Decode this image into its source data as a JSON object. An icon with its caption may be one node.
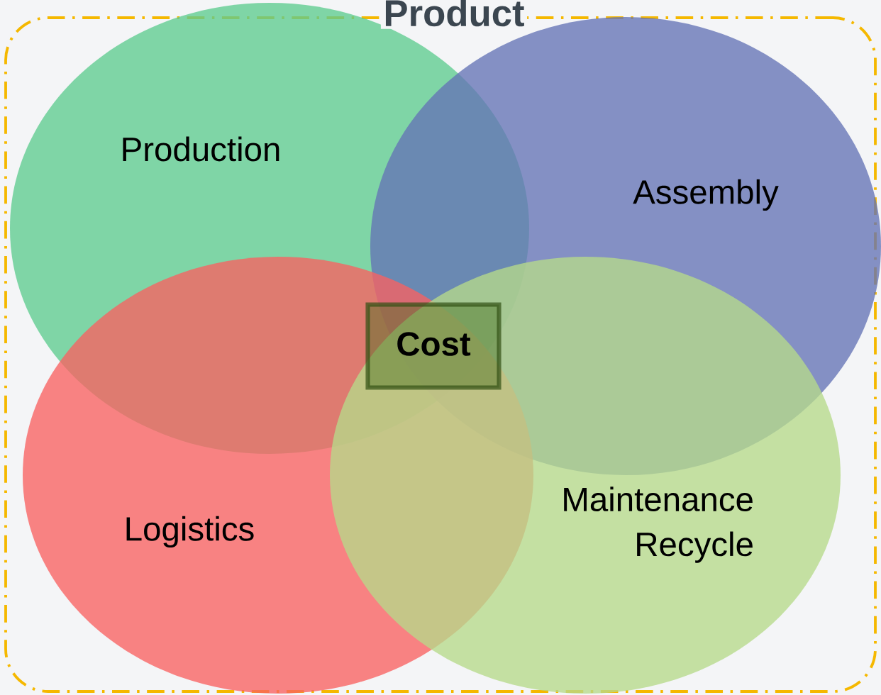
{
  "diagram": {
    "nodes": [
      {
        "text": [
          "Product"
        ]
      },
      {
        "text": [
          "Production"
        ]
      },
      {
        "text": [
          "Assembly"
        ]
      },
      {
        "text": [
          "Logistics"
        ]
      },
      {
        "text": [
          "Maintenance Recycle"
        ]
      },
      {
        "text": [
          "Cost"
        ]
      }
    ]
  }
}
